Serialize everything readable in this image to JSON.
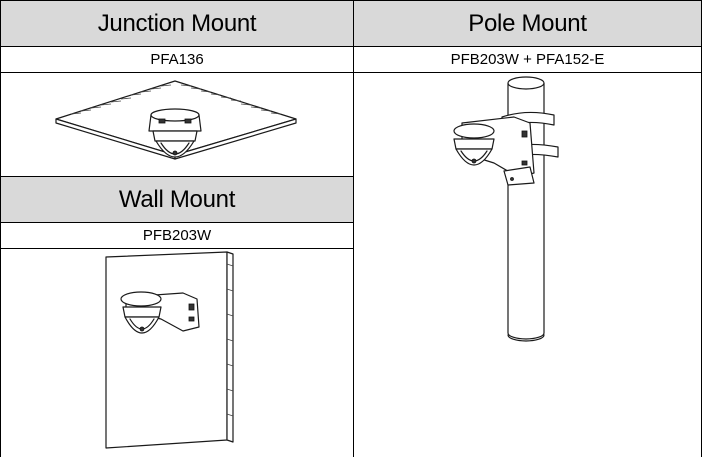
{
  "table": {
    "junction": {
      "title": "Junction Mount",
      "model": "PFA136"
    },
    "pole": {
      "title": "Pole Mount",
      "model": "PFB203W + PFA152-E"
    },
    "wall": {
      "title": "Wall Mount",
      "model": "PFB203W"
    }
  },
  "colors": {
    "header_bg": "#d9d9d9",
    "border": "#000000"
  }
}
